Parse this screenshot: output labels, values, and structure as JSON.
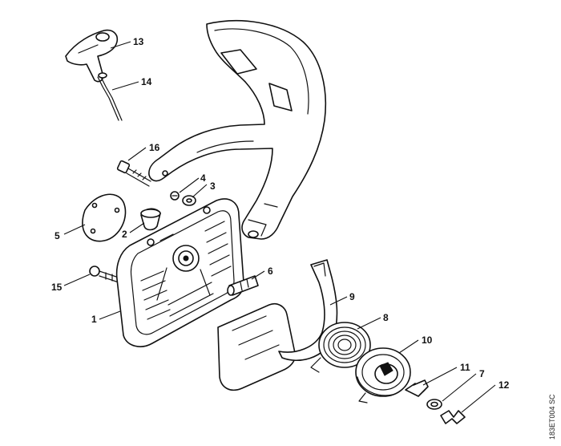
{
  "diagram": {
    "drawing_code": "183ET004 SC",
    "callouts": [
      {
        "id": "c13",
        "label": "13"
      },
      {
        "id": "c14",
        "label": "14"
      },
      {
        "id": "c16",
        "label": "16"
      },
      {
        "id": "c4",
        "label": "4"
      },
      {
        "id": "c3",
        "label": "3"
      },
      {
        "id": "c5",
        "label": "5"
      },
      {
        "id": "c2",
        "label": "2"
      },
      {
        "id": "c15",
        "label": "15"
      },
      {
        "id": "c6",
        "label": "6"
      },
      {
        "id": "c1",
        "label": "1"
      },
      {
        "id": "c9",
        "label": "9"
      },
      {
        "id": "c8",
        "label": "8"
      },
      {
        "id": "c10",
        "label": "10"
      },
      {
        "id": "c11",
        "label": "11"
      },
      {
        "id": "c7",
        "label": "7"
      },
      {
        "id": "c12",
        "label": "12"
      }
    ]
  }
}
